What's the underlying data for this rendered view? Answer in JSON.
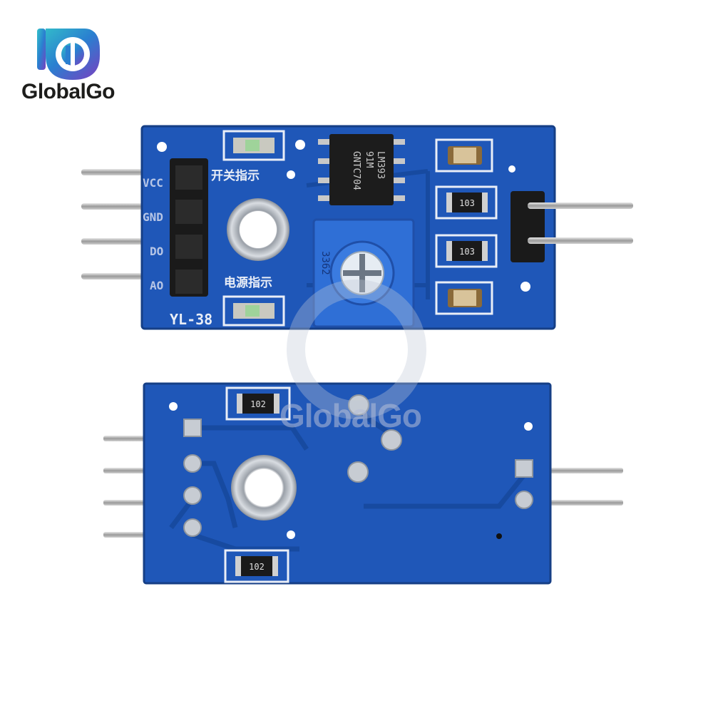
{
  "brand": {
    "name": "GlobalGo",
    "watermark": "GlobalGo"
  },
  "colors": {
    "pcb_blue": "#1f57b8",
    "pcb_dark": "#173f8a",
    "silk_white": "#e9eef7",
    "pin_metal": "#b5b5b5",
    "header_black": "#1a1a1a"
  },
  "top_board": {
    "model_label": "YL-38",
    "switch_indicator_label": "开关指示",
    "power_indicator_label": "电源指示",
    "pin_labels": [
      "VCC",
      "GND",
      "DO",
      "AO"
    ],
    "chip_text": [
      "LM393",
      "91M",
      "GNTC704"
    ],
    "potentiometer_text": "3362",
    "resistor_labels": [
      "103",
      "103"
    ]
  },
  "bottom_board": {
    "resistor_labels": [
      "102",
      "102"
    ]
  }
}
